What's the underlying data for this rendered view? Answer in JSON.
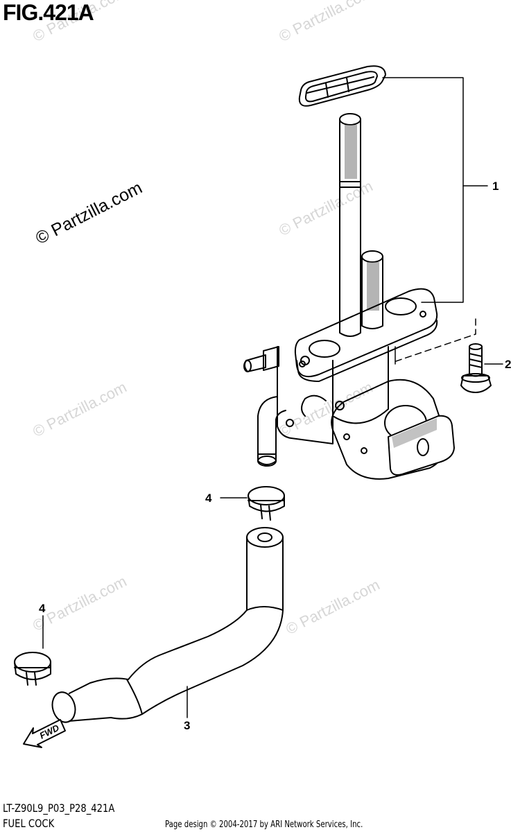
{
  "figure": {
    "title": "FIG.421A",
    "code": "LT-Z90L9_P03_P28_421A",
    "name": "FUEL COCK"
  },
  "watermark": {
    "main": "© Partzilla.com",
    "faint": "© Partzilla.com"
  },
  "callouts": [
    "1",
    "2",
    "3",
    "4",
    "4"
  ],
  "direction": "FWD",
  "footer": "Page design © 2004-2017 by ARI Network Services, Inc."
}
